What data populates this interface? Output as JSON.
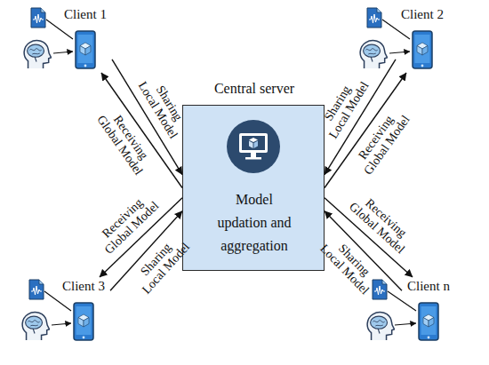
{
  "diagram": {
    "nodes": [
      {
        "text": [
          "Client 1"
        ]
      },
      {
        "text": [
          "Client 2"
        ]
      },
      {
        "text": [
          "Central server",
          "Model updation and aggregation"
        ]
      },
      {
        "text": [
          "Client 3"
        ]
      },
      {
        "text": [
          "Client n"
        ]
      }
    ],
    "edges": [
      {
        "from": 0,
        "to": 2,
        "arrow": "to",
        "label": "Sharing Local Model"
      },
      {
        "from": 2,
        "to": 0,
        "arrow": "to",
        "label": "Receiving Global Model"
      },
      {
        "from": 1,
        "to": 2,
        "arrow": "to",
        "label": "Sharing Local Model"
      },
      {
        "from": 2,
        "to": 1,
        "arrow": "to",
        "label": "Receiving Global Model"
      },
      {
        "from": 2,
        "to": 3,
        "arrow": "to",
        "label": "Receiving Global Model"
      },
      {
        "from": 3,
        "to": 2,
        "arrow": "to",
        "label": "Sharing Local Model"
      },
      {
        "from": 2,
        "to": 4,
        "arrow": "to",
        "label": "Receiving Global Model"
      },
      {
        "from": 4,
        "to": 2,
        "arrow": "to",
        "label": "Sharing Local Model"
      }
    ]
  }
}
